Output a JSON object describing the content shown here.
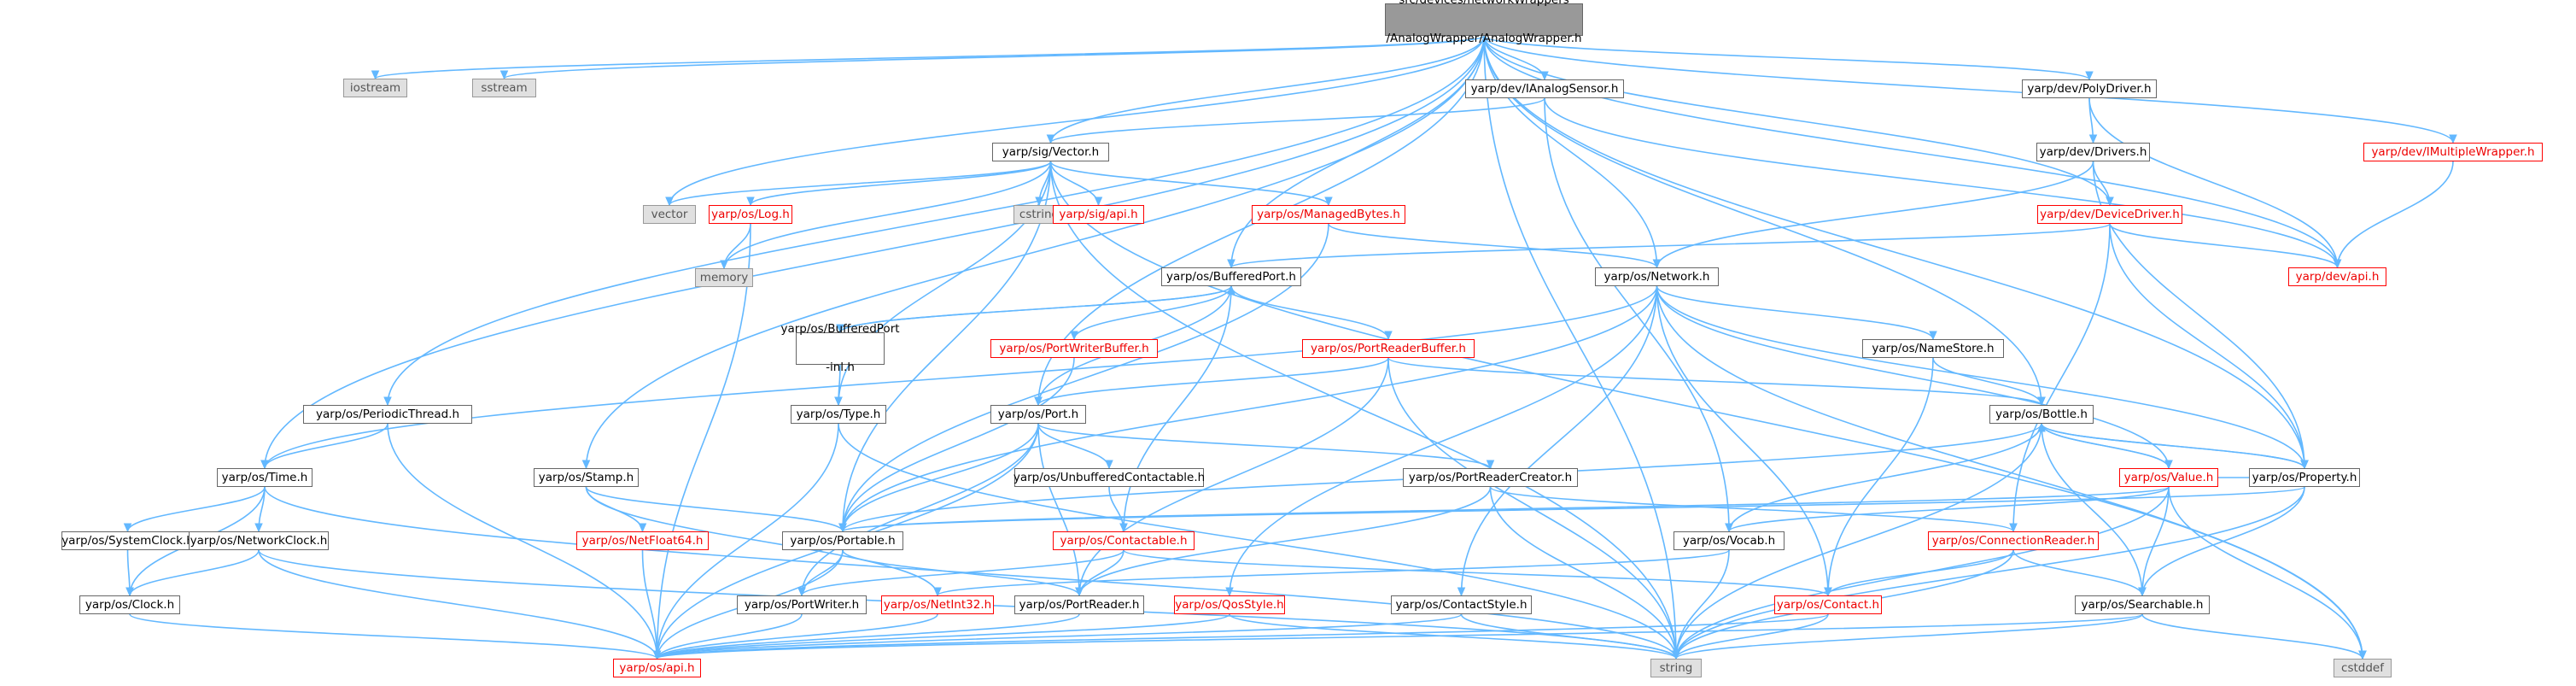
{
  "root": {
    "line1": "src/devices/networkWrappers",
    "line2": "/AnalogWrapper/AnalogWrapper.h"
  },
  "nodes": {
    "iostream": "iostream",
    "sstream": "sstream",
    "vector": "vector",
    "cstring": "cstring",
    "memory": "memory",
    "string": "string",
    "cstddef": "cstddef",
    "sig_vector": "yarp/sig/Vector.h",
    "os_log": "yarp/os/Log.h",
    "sig_api": "yarp/sig/api.h",
    "managed_bytes": "yarp/os/ManagedBytes.h",
    "ianalog_sensor": "yarp/dev/IAnalogSensor.h",
    "poly_driver": "yarp/dev/PolyDriver.h",
    "dev_drivers": "yarp/dev/Drivers.h",
    "device_driver": "yarp/dev/DeviceDriver.h",
    "imultiple_wrapper": "yarp/dev/IMultipleWrapper.h",
    "dev_api": "yarp/dev/api.h",
    "buffered_port": "yarp/os/BufferedPort.h",
    "network": "yarp/os/Network.h",
    "buffered_port_inl_1": "yarp/os/BufferedPort",
    "buffered_port_inl_2": "-inl.h",
    "port_writer_buffer": "yarp/os/PortWriterBuffer.h",
    "port_reader_buffer": "yarp/os/PortReaderBuffer.h",
    "name_store": "yarp/os/NameStore.h",
    "periodic_thread": "yarp/os/PeriodicThread.h",
    "os_type": "yarp/os/Type.h",
    "os_port": "yarp/os/Port.h",
    "os_bottle": "yarp/os/Bottle.h",
    "os_time": "yarp/os/Time.h",
    "os_stamp": "yarp/os/Stamp.h",
    "unbuffered_contactable": "yarp/os/UnbufferedContactable.h",
    "port_reader_creator": "yarp/os/PortReaderCreator.h",
    "os_value": "yarp/os/Value.h",
    "os_property": "yarp/os/Property.h",
    "system_clock": "yarp/os/SystemClock.h",
    "network_clock": "yarp/os/NetworkClock.h",
    "net_float64": "yarp/os/NetFloat64.h",
    "os_portable": "yarp/os/Portable.h",
    "os_contactable": "yarp/os/Contactable.h",
    "os_vocab": "yarp/os/Vocab.h",
    "connection_reader": "yarp/os/ConnectionReader.h",
    "os_clock": "yarp/os/Clock.h",
    "port_writer": "yarp/os/PortWriter.h",
    "net_int32": "yarp/os/NetInt32.h",
    "port_reader": "yarp/os/PortReader.h",
    "qos_style": "yarp/os/QosStyle.h",
    "contact_style": "yarp/os/ContactStyle.h",
    "os_contact": "yarp/os/Contact.h",
    "os_searchable": "yarp/os/Searchable.h",
    "os_api": "yarp/os/api.h"
  },
  "colors": {
    "edge": "#63b8ff",
    "node_border": "#666666",
    "warn": "#ff0000",
    "system_fill": "#e0e0e0",
    "root_fill": "#999999"
  }
}
